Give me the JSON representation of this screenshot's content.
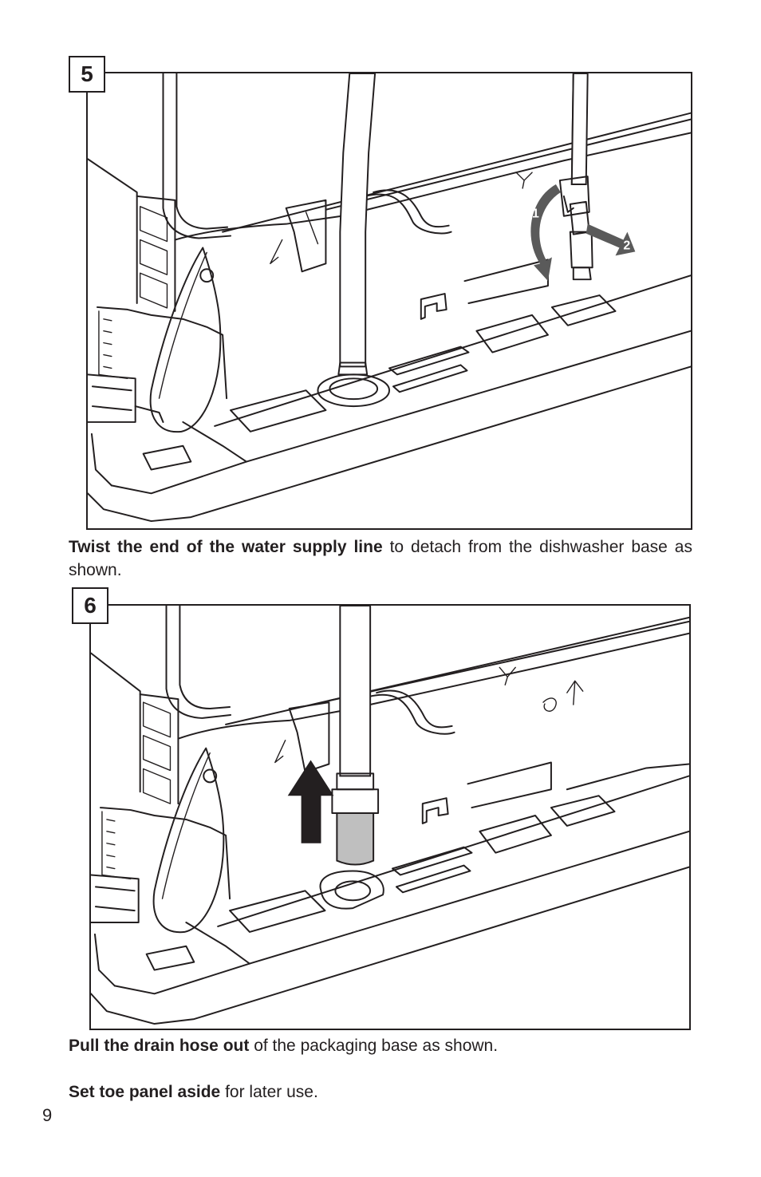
{
  "steps": [
    {
      "number": "5",
      "caption_bold": "Twist the end of the water supply line",
      "caption_rest": " to detach from the dishwasher base as shown.",
      "callouts": [
        "1",
        "2"
      ]
    },
    {
      "number": "6",
      "caption_bold": "Pull the drain hose out",
      "caption_rest": " of the packaging base as shown."
    }
  ],
  "note": {
    "bold": "Set toe panel aside",
    "rest": " for later use."
  },
  "page_number": "9"
}
